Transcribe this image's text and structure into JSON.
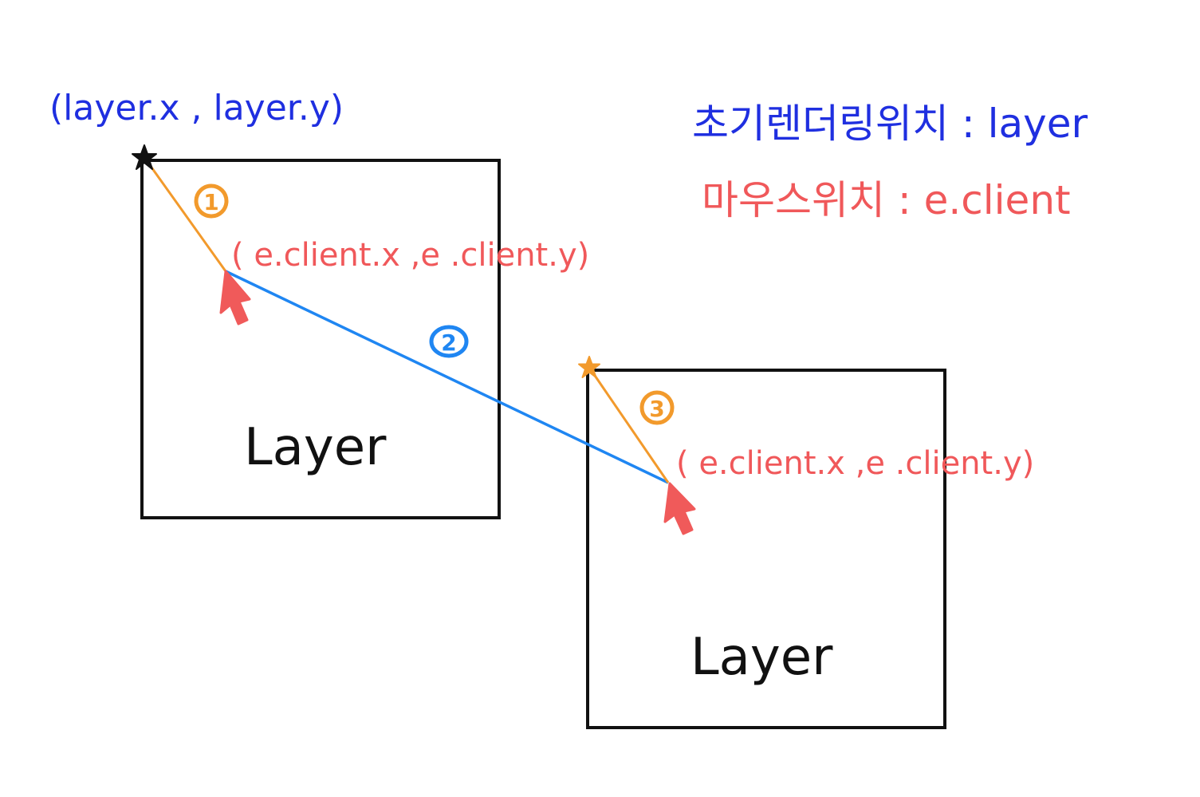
{
  "colors": {
    "background": "#ffffff",
    "ink": "#111111",
    "blue_text": "#1f2fe0",
    "red_text": "#f0585a",
    "orange": "#f29a2c",
    "blue_line": "#1f86f2",
    "cursor": "#f05a5a"
  },
  "legend": {
    "initial_position": "초기렌더링위치 : layer",
    "mouse_position": "마우스위치 : e.client"
  },
  "layers": [
    {
      "label": "Layer",
      "origin_label": "(layer.x , layer.y)",
      "cursor_label": "( e.client.x ,e .client.y)"
    },
    {
      "label": "Layer",
      "cursor_label": "( e.client.x ,e .client.y)"
    }
  ],
  "steps": [
    "1",
    "2",
    "3"
  ],
  "icons": {
    "origin_marker": "star-icon",
    "moved_marker": "star-icon",
    "pointer": "mouse-cursor-icon"
  }
}
